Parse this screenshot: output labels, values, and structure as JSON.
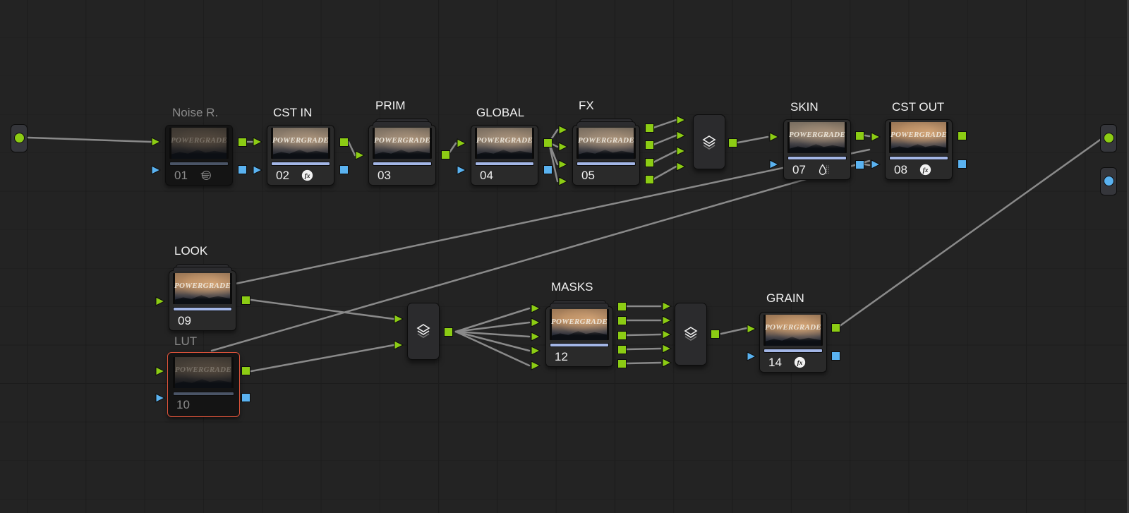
{
  "app": "Color page node graph",
  "colors": {
    "background": "#232323",
    "rgb_port": "#8ccc14",
    "alpha_port": "#5ab2f0",
    "wire": "#8a8a8a",
    "selected_outline": "#e0543b",
    "node_progress_bar": "#a3b6e6"
  },
  "thumbnail_text": "POWERGRADE",
  "source_input": {
    "name": "source-input",
    "port": "rgb"
  },
  "outputs": [
    {
      "name": "rgb-output",
      "port": "rgb"
    },
    {
      "name": "alpha-output",
      "port": "alpha"
    }
  ],
  "nodes": [
    {
      "id": "01",
      "label": "Noise R.",
      "state": "disabled",
      "icon": "noise-reduction-icon",
      "stacked": false
    },
    {
      "id": "02",
      "label": "CST IN",
      "state": "normal",
      "icon": "fx-icon",
      "stacked": false
    },
    {
      "id": "03",
      "label": "PRIM",
      "state": "normal",
      "icon": "",
      "stacked": true
    },
    {
      "id": "04",
      "label": "GLOBAL",
      "state": "normal",
      "icon": "",
      "stacked": false
    },
    {
      "id": "05",
      "label": "FX",
      "state": "normal",
      "icon": "",
      "stacked": true
    },
    {
      "id": "07",
      "label": "SKIN",
      "state": "normal",
      "icon": "qualifier-icon",
      "stacked": false
    },
    {
      "id": "08",
      "label": "CST OUT",
      "state": "normal",
      "icon": "fx-icon",
      "stacked": false
    },
    {
      "id": "09",
      "label": "LOOK",
      "state": "normal",
      "icon": "",
      "stacked": true
    },
    {
      "id": "10",
      "label": "LUT",
      "state": "disabled-selected",
      "icon": "",
      "stacked": false
    },
    {
      "id": "12",
      "label": "MASKS",
      "state": "normal",
      "icon": "",
      "stacked": true
    },
    {
      "id": "14",
      "label": "GRAIN",
      "state": "normal",
      "icon": "fx-icon",
      "stacked": false
    }
  ],
  "layer_mixers": [
    {
      "name": "layer-mixer-06",
      "inputs": 4
    },
    {
      "name": "layer-mixer-11",
      "inputs": 2
    },
    {
      "name": "layer-mixer-13",
      "inputs": 5
    }
  ]
}
